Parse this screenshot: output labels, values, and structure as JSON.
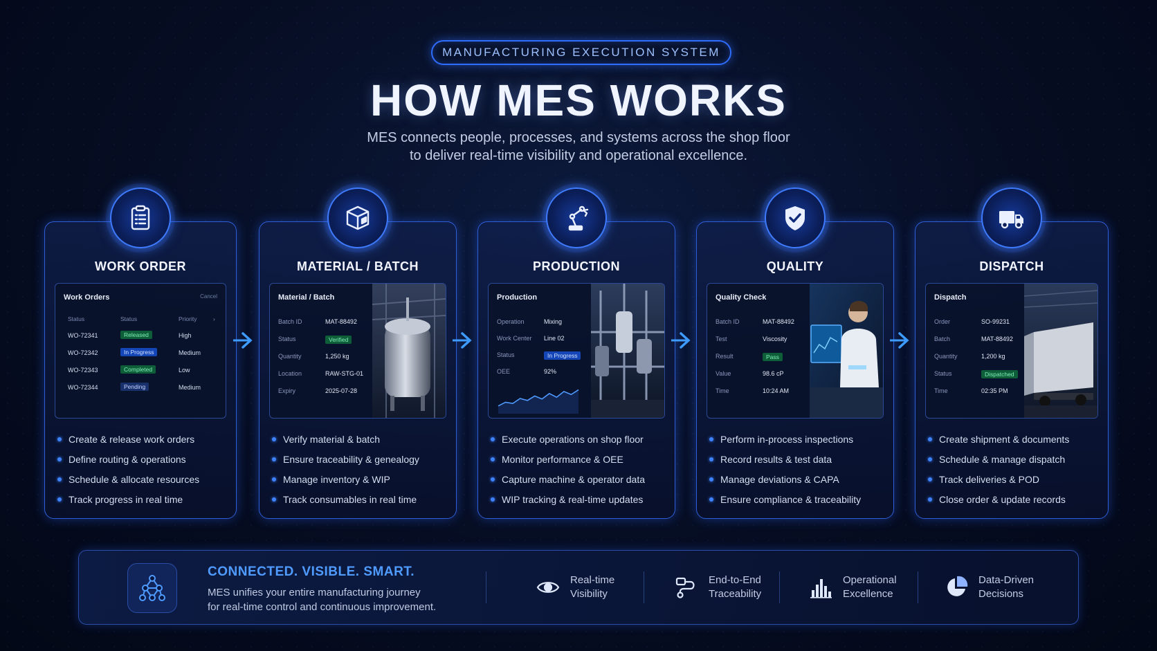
{
  "header": {
    "badge": "MANUFACTURING EXECUTION SYSTEM",
    "title": "HOW MES WORKS",
    "subtitle_line1": "MES connects people, processes, and systems across the shop floor",
    "subtitle_line2": "to deliver real-time visibility and operational excellence."
  },
  "steps": [
    {
      "title": "WORK ORDER",
      "icon": "clipboard-icon",
      "panel": {
        "title": "Work Orders",
        "aside": "Cancel",
        "columns": [
          "Status",
          "Status",
          "Priority",
          "›"
        ],
        "rows": [
          {
            "id": "WO-72341",
            "status": "Released",
            "priority": "High"
          },
          {
            "id": "WO-72342",
            "status": "In Progress",
            "priority": "Medium"
          },
          {
            "id": "WO-72343",
            "status": "Completed",
            "priority": "Low"
          },
          {
            "id": "WO-72344",
            "status": "Pending",
            "priority": "Medium"
          }
        ]
      },
      "bullets": [
        "Create & release work orders",
        "Define routing & operations",
        "Schedule & allocate resources",
        "Track progress in real time"
      ]
    },
    {
      "title": "MATERIAL / BATCH",
      "icon": "box-icon",
      "panel": {
        "title": "Material / Batch",
        "fields": [
          {
            "k": "Batch ID",
            "v": "MAT-88492"
          },
          {
            "k": "Status",
            "v": "Verified"
          },
          {
            "k": "Quantity",
            "v": "1,250 kg"
          },
          {
            "k": "Location",
            "v": "RAW-STG-01"
          },
          {
            "k": "Expiry",
            "v": "2025-07-28"
          }
        ]
      },
      "bullets": [
        "Verify material & batch",
        "Ensure traceability & genealogy",
        "Manage inventory & WIP",
        "Track consumables in real time"
      ]
    },
    {
      "title": "PRODUCTION",
      "icon": "robot-arm-icon",
      "panel": {
        "title": "Production",
        "fields": [
          {
            "k": "Operation",
            "v": "Mixing"
          },
          {
            "k": "Work Center",
            "v": "Line 02"
          },
          {
            "k": "Status",
            "v": "In Progress"
          },
          {
            "k": "OEE",
            "v": "92%"
          }
        ],
        "trend": [
          0.2,
          0.35,
          0.3,
          0.5,
          0.42,
          0.6,
          0.48,
          0.7,
          0.55,
          0.78,
          0.66,
          0.85
        ]
      },
      "bullets": [
        "Execute operations on shop floor",
        "Monitor performance & OEE",
        "Capture machine & operator data",
        "WIP tracking & real-time updates"
      ]
    },
    {
      "title": "QUALITY",
      "icon": "shield-check-icon",
      "panel": {
        "title": "Quality Check",
        "fields": [
          {
            "k": "Batch ID",
            "v": "MAT-88492"
          },
          {
            "k": "Test",
            "v": "Viscosity"
          },
          {
            "k": "Result",
            "v": "Pass"
          },
          {
            "k": "Value",
            "v": "98.6 cP"
          },
          {
            "k": "Time",
            "v": "10:24 AM"
          }
        ]
      },
      "bullets": [
        "Perform in-process inspections",
        "Record results & test data",
        "Manage deviations & CAPA",
        "Ensure compliance & traceability"
      ]
    },
    {
      "title": "DISPATCH",
      "icon": "truck-icon",
      "panel": {
        "title": "Dispatch",
        "fields": [
          {
            "k": "Order",
            "v": "SO-99231"
          },
          {
            "k": "Batch",
            "v": "MAT-88492"
          },
          {
            "k": "Quantity",
            "v": "1,200 kg"
          },
          {
            "k": "Status",
            "v": "Dispatched"
          },
          {
            "k": "Time",
            "v": "02:35 PM"
          }
        ]
      },
      "bullets": [
        "Create shipment & documents",
        "Schedule & manage dispatch",
        "Track deliveries & POD",
        "Close order & update records"
      ]
    }
  ],
  "footer": {
    "title": "CONNECTED. VISIBLE. SMART.",
    "desc_line1": "MES unifies your entire manufacturing journey",
    "desc_line2": "for real-time control and continuous improvement.",
    "features": [
      {
        "line1": "Real-time",
        "line2": "Visibility",
        "icon": "eye-icon"
      },
      {
        "line1": "End-to-End",
        "line2": "Traceability",
        "icon": "route-icon"
      },
      {
        "line1": "Operational",
        "line2": "Excellence",
        "icon": "bar-chart-icon"
      },
      {
        "line1": "Data-Driven",
        "line2": "Decisions",
        "icon": "pie-chart-icon"
      }
    ]
  },
  "colors": {
    "accent": "#3e7bff",
    "green": "#7ff0b5",
    "footer_title": "#4f9bff"
  }
}
